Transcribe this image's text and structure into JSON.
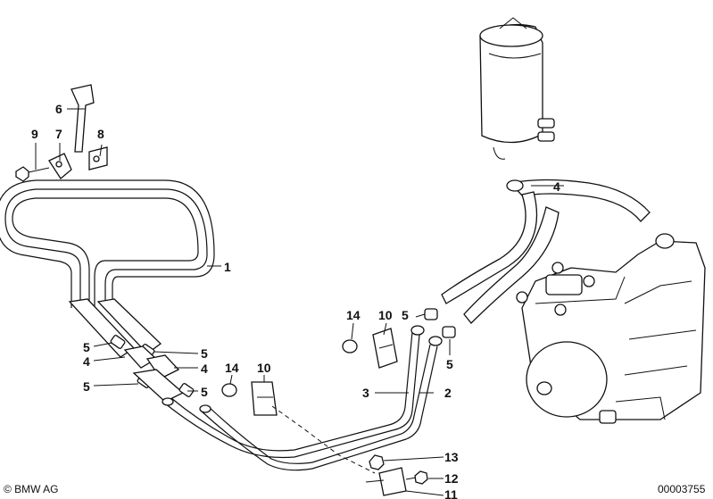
{
  "labels": {
    "l1": "1",
    "l2": "2",
    "l3": "3",
    "l4_top": "4",
    "l4_a": "4",
    "l4_b": "4",
    "l5_a": "5",
    "l5_b": "5",
    "l5_c": "5",
    "l5_d": "5",
    "l5_e": "5",
    "l5_f": "5",
    "l6": "6",
    "l7": "7",
    "l8": "8",
    "l9": "9",
    "l10_a": "10",
    "l10_b": "10",
    "l11": "11",
    "l12": "12",
    "l13": "13",
    "l14_a": "14",
    "l14_b": "14"
  },
  "footer": {
    "copyright": "© BMW AG",
    "diagram_number": "00003755"
  }
}
